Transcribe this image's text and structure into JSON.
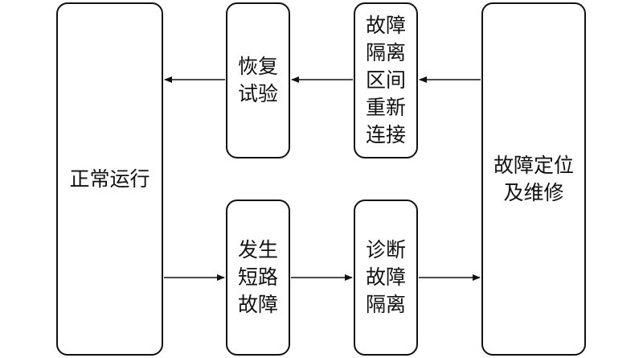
{
  "colors": {
    "stroke": "#111111",
    "fill": "#ffffff"
  },
  "nodes": {
    "normal_operation": {
      "lines": [
        "正常运行"
      ]
    },
    "recovery_test": {
      "lines": [
        "恢复",
        "试验"
      ]
    },
    "reconnect": {
      "lines": [
        "故障",
        "隔离",
        "区间",
        "重新",
        "连接"
      ]
    },
    "fault_location": {
      "lines": [
        "故障定位",
        "及维修"
      ]
    },
    "short_circuit": {
      "lines": [
        "发生",
        "短路",
        "故障"
      ]
    },
    "diagnosis": {
      "lines": [
        "诊断",
        "故障",
        "隔离"
      ]
    }
  },
  "edges": [
    {
      "from": "normal_operation",
      "to": "short_circuit"
    },
    {
      "from": "short_circuit",
      "to": "diagnosis"
    },
    {
      "from": "diagnosis",
      "to": "fault_location"
    },
    {
      "from": "fault_location",
      "to": "reconnect"
    },
    {
      "from": "reconnect",
      "to": "recovery_test"
    },
    {
      "from": "recovery_test",
      "to": "normal_operation"
    }
  ]
}
